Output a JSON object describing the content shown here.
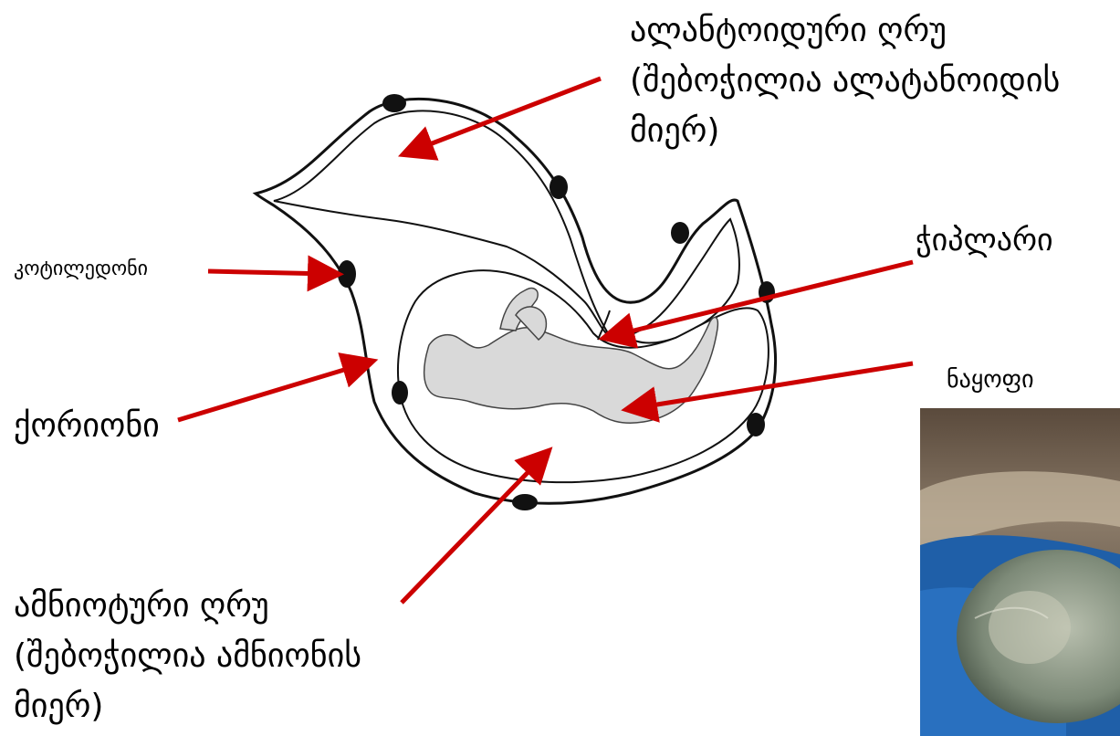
{
  "labels": {
    "allantoic": [
      "ალანტოიდური ღრუ",
      "(შებოჭილია ალატანოიდის",
      "მიერ)"
    ],
    "umbilical": "ჭიპლარი",
    "cotyledons": "კოტილედონი",
    "fetus": "ნაყოფი",
    "chorion": "ქორიონი",
    "amniotic": [
      "ამნიოტური ღრუ",
      "(შებოჭილია ამნიონის",
      "მიერ)"
    ]
  },
  "colors": {
    "arrow": "#cc0000",
    "cotyledon": "#111111",
    "fetus_fill": "#d9d9d9",
    "membrane_stroke": "#111111"
  }
}
